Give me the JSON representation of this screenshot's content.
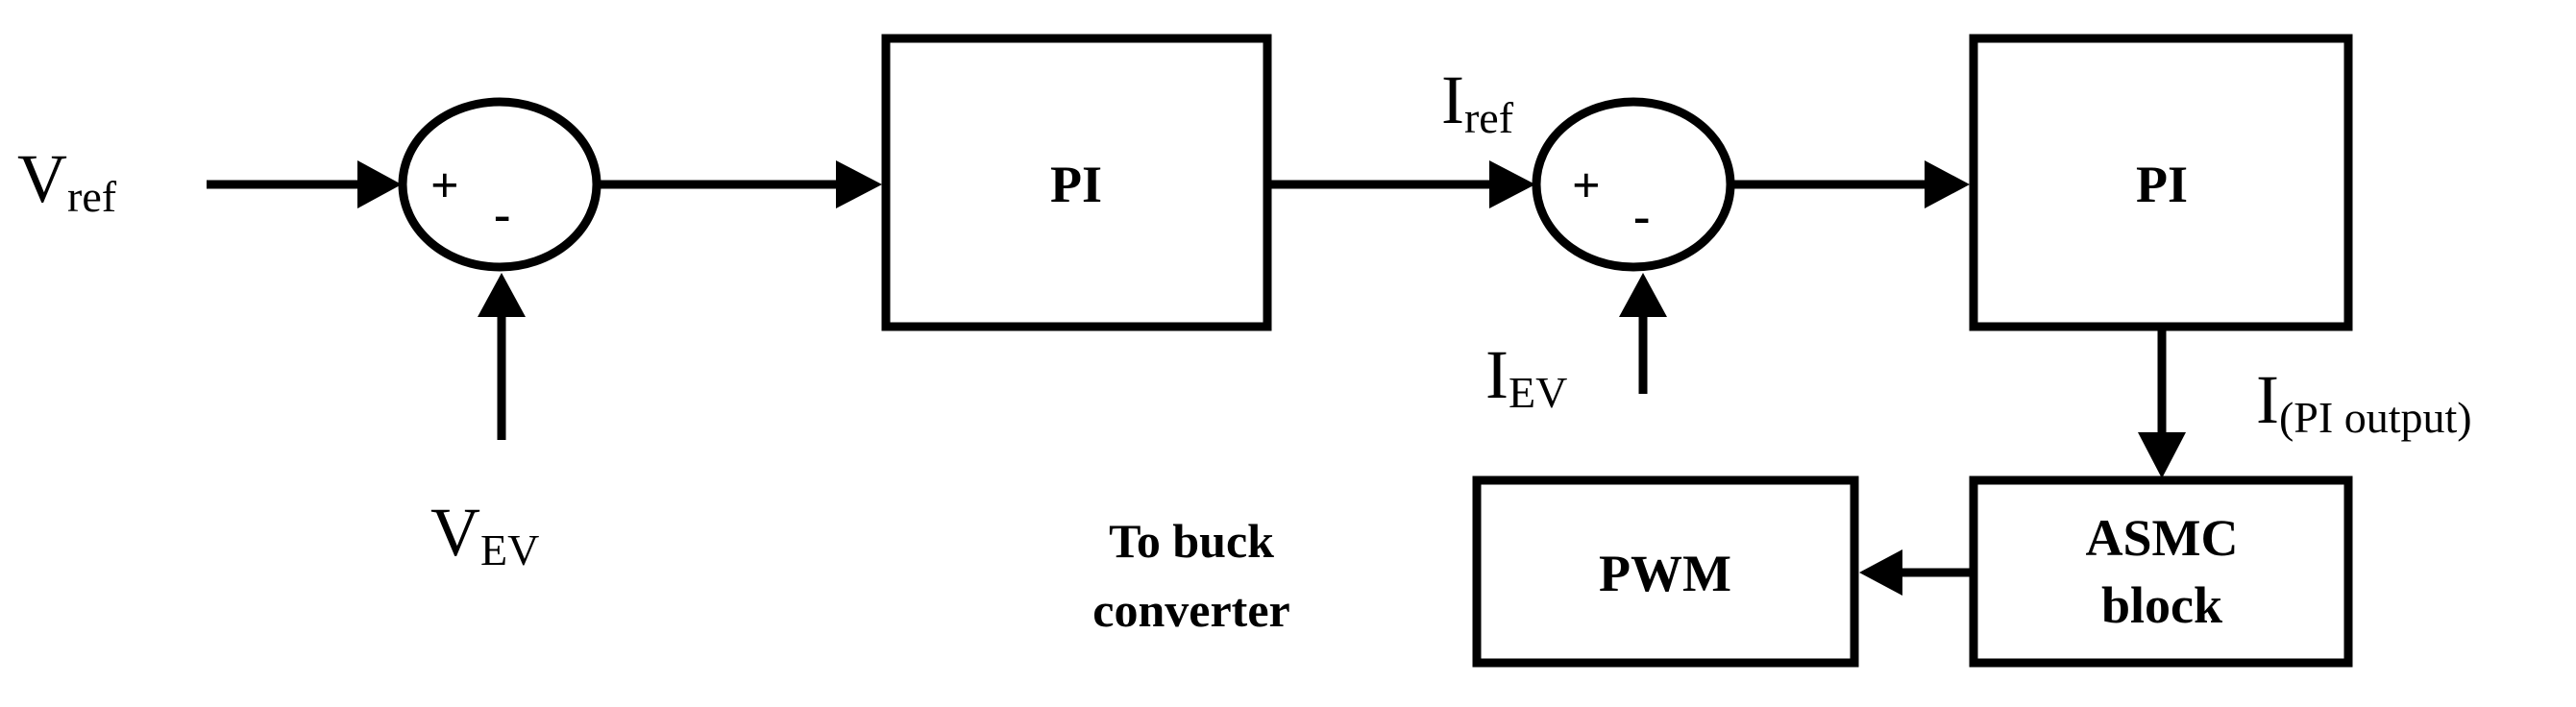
{
  "signals": {
    "v_ref": {
      "main": "V",
      "sub": "ref"
    },
    "v_ev": {
      "main": "V",
      "sub": "EV"
    },
    "i_ref": {
      "main": "I",
      "sub": "ref"
    },
    "i_ev": {
      "main": "I",
      "sub": "EV"
    },
    "i_pi_output": {
      "main": "I",
      "sub": "(PI output)"
    }
  },
  "summing_junctions": [
    {
      "plus": "+",
      "minus": "-"
    },
    {
      "plus": "+",
      "minus": "-"
    }
  ],
  "blocks": {
    "pi_voltage": "PI",
    "pi_current": "PI",
    "asmc_line1": "ASMC",
    "asmc_line2": "block",
    "pwm": "PWM"
  },
  "notes": {
    "to_buck_line1": "To buck",
    "to_buck_line2": "converter"
  }
}
